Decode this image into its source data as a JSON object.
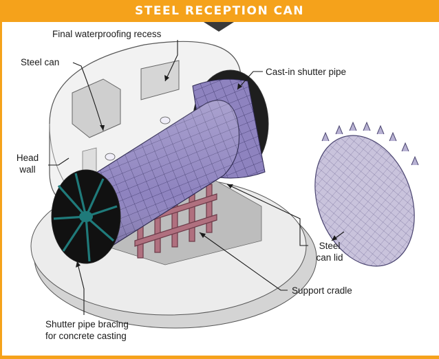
{
  "title": "STEEL RECEPTION CAN",
  "labels": {
    "final_waterproofing_recess": "Final waterproofing recess",
    "steel_can": "Steel can",
    "cast_in_shutter_pipe": "Cast-in shutter pipe",
    "head_wall_line1": "Head",
    "head_wall_line2": "wall",
    "steel_can_lid_line1": "Steel",
    "steel_can_lid_line2": "can lid",
    "support_cradle": "Support cradle",
    "shutter_pipe_bracing_line1": "Shutter pipe bracing",
    "shutter_pipe_bracing_line2": "for concrete casting"
  },
  "colors": {
    "accent": "#f5a21b",
    "can": "#8e83bf",
    "can_grid": "#3b3568",
    "bracing": "#1f7a7a",
    "cradle": "#b0707f",
    "concrete": "#e6e6e6",
    "concrete_shade": "#c9c9c9"
  }
}
